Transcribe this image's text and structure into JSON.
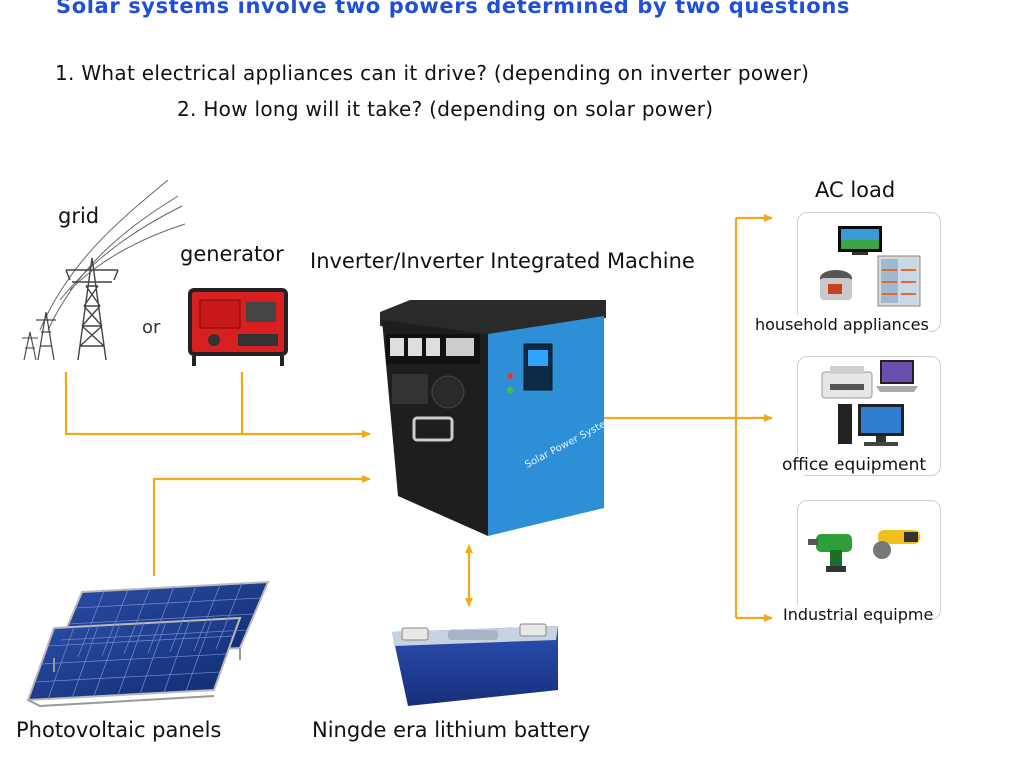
{
  "header": {
    "title": "Solar systems involve two powers determined by two questions",
    "question_1": "1. What electrical appliances can it drive? (depending on inverter power)",
    "question_2": "2. How long will it take? (depending on solar power)"
  },
  "sources": {
    "grid_label": "grid",
    "generator_label": "generator",
    "or_label": "or"
  },
  "machine": {
    "label": "Inverter/Inverter Integrated Machine",
    "panel_text": "Solar Power System"
  },
  "ac_load": {
    "title": "AC load",
    "household_label": "household appliances",
    "office_label": "office equipment",
    "industrial_label": "Industrial equipme"
  },
  "inputs": {
    "pv_label": "Photovoltaic panels",
    "battery_label": "Ningde era lithium battery"
  },
  "colors": {
    "title_blue": "#1f4fd6",
    "arrow_orange": "#f2a91c",
    "machine_blue": "#2e8fd6",
    "machine_black": "#1e1e1e"
  }
}
